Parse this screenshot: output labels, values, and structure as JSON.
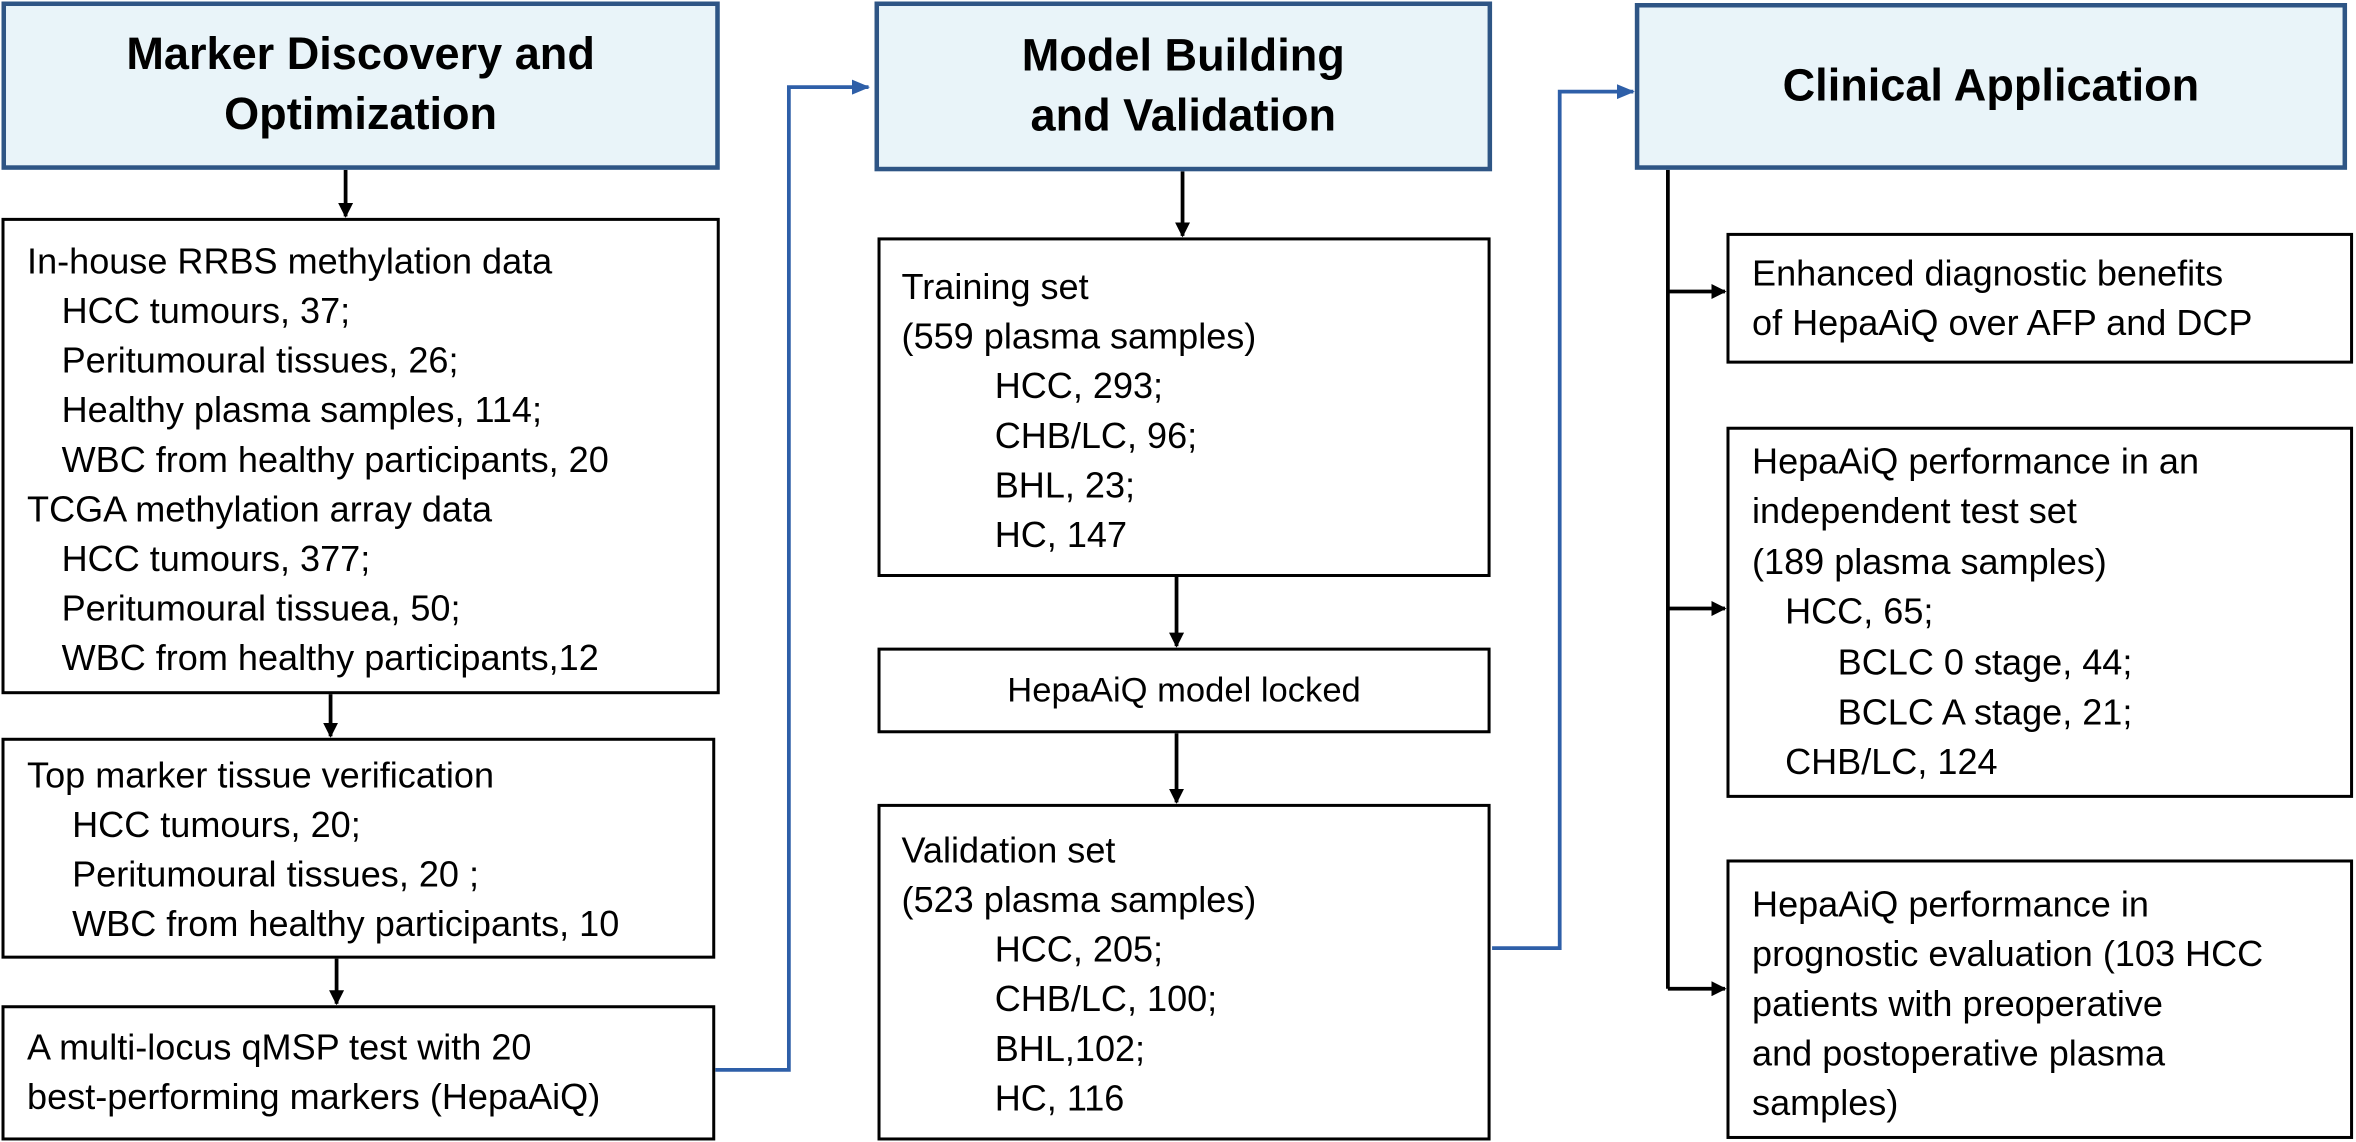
{
  "columns": {
    "discovery": {
      "header": "Marker Discovery and\nOptimization",
      "box1": [
        "In-house RRBS methylation data",
        "HCC tumours, 37;",
        "Peritumoural tissues, 26;",
        "Healthy plasma samples, 114;",
        "WBC from healthy participants, 20",
        "TCGA methylation array data",
        "HCC tumours, 377;",
        "Peritumoural tissuea, 50;",
        "WBC from healthy participants,12"
      ],
      "box2": [
        "Top marker tissue verification",
        "HCC tumours, 20;",
        "Peritumoural tissues, 20 ;",
        "WBC from healthy participants, 10"
      ],
      "box3": [
        "A multi-locus qMSP test with 20",
        "best-performing markers (HepaAiQ)"
      ]
    },
    "model": {
      "header": "Model Building\nand Validation",
      "training": [
        "Training set",
        "(559 plasma samples)",
        "HCC, 293;",
        "CHB/LC, 96;",
        "BHL, 23;",
        "HC, 147"
      ],
      "locked": "HepaAiQ model locked",
      "validation": [
        "Validation set",
        "(523 plasma samples)",
        "HCC, 205;",
        "CHB/LC, 100;",
        "BHL,102;",
        "HC, 116"
      ]
    },
    "clinical": {
      "header": "Clinical Application",
      "box1": [
        "Enhanced diagnostic benefits",
        "of HepaAiQ over AFP and DCP"
      ],
      "box2": [
        "HepaAiQ performance in an",
        "independent test set",
        "(189 plasma samples)",
        "HCC, 65;",
        "BCLC 0 stage, 44;",
        "BCLC A stage, 21;",
        "CHB/LC, 124"
      ],
      "box3": [
        "HepaAiQ performance in",
        "prognostic evaluation (103 HCC",
        "patients with preoperative",
        "and postoperative plasma",
        "samples)"
      ]
    }
  },
  "colors": {
    "header_fill": "#e9f4f9",
    "header_border": "#2e5585",
    "connector": "#2e5fa8",
    "arrow": "#000000"
  }
}
